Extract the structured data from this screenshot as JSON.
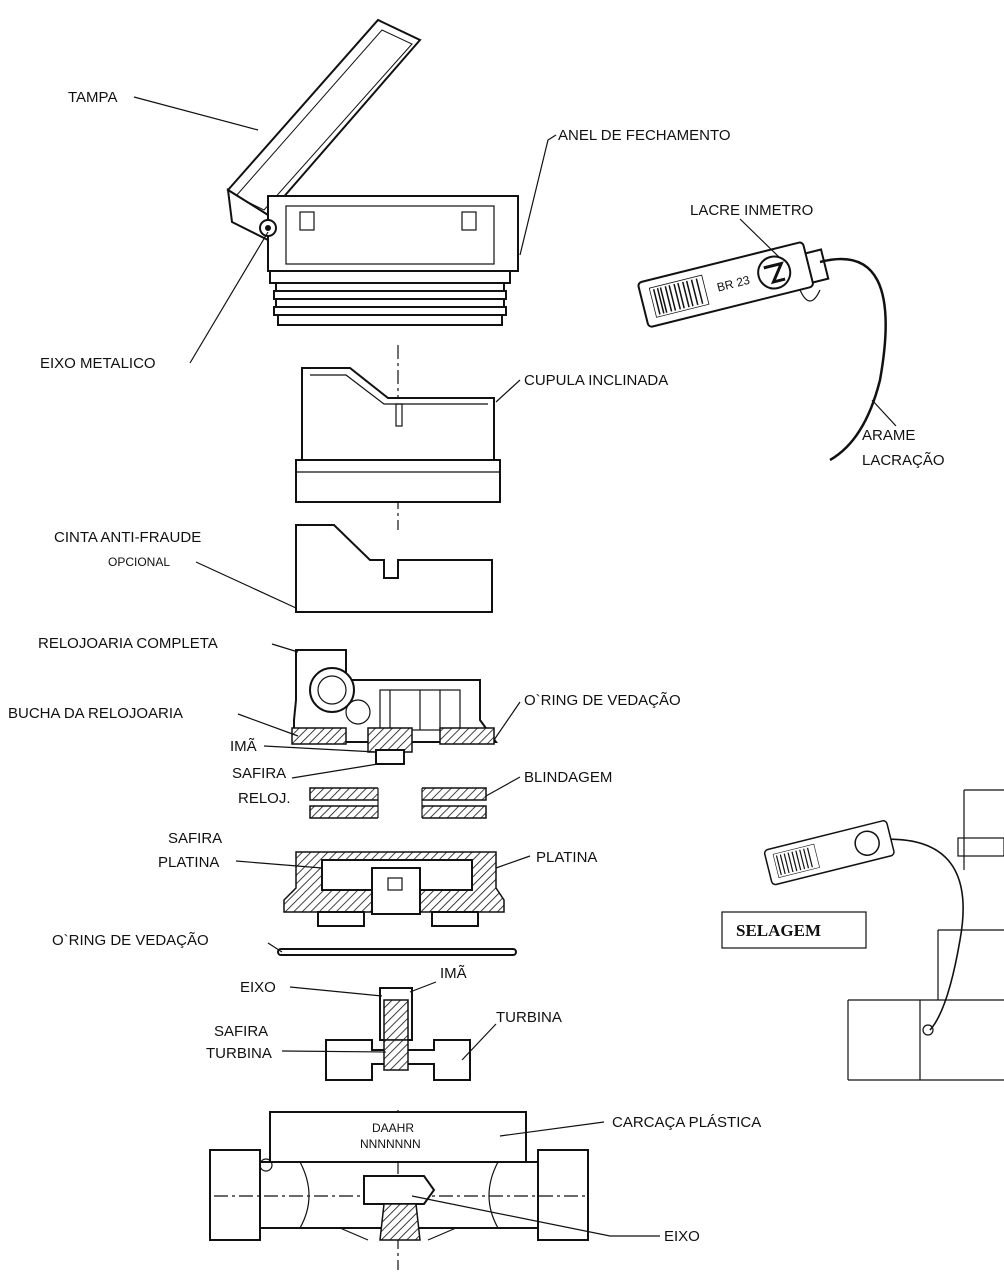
{
  "labels": {
    "tampa": "TAMPA",
    "anel_de_fechamento": "ANEL DE FECHAMENTO",
    "lacre_inmetro": "LACRE INMETRO",
    "eixo_metalico": "EIXO METALICO",
    "cupula_inclinada": "CUPULA INCLINADA",
    "arame": "ARAME",
    "lacracao": "LACRAÇÃO",
    "cinta_anti_fraude": "CINTA ANTI-FRAUDE",
    "opcional": "OPCIONAL",
    "relojoaria_completa": "RELOJOARIA COMPLETA",
    "bucha_da_relojoaria": "BUCHA DA RELOJOARIA",
    "oring_vedacao_top": "O`RING DE VEDAÇÃO",
    "ima_top": "IMÃ",
    "safira": "SAFIRA",
    "reloj": "RELOJ.",
    "blindagem": "BLINDAGEM",
    "safira_platina_1": "SAFIRA",
    "safira_platina_2": "PLATINA",
    "platina": "PLATINA",
    "oring_vedacao_bottom": "O`RING DE VEDAÇÃO",
    "ima_bottom": "IMÃ",
    "eixo_top": "EIXO",
    "safira_turbina_1": "SAFIRA",
    "safira_turbina_2": "TURBINA",
    "turbina": "TURBINA",
    "carcaca_plastica": "CARCAÇA PLÁSTICA",
    "eixo_bottom": "EIXO",
    "selagem": "SELAGEM"
  },
  "body_marking": {
    "line1": "DAAHR",
    "line2": "NNNNNNN"
  },
  "seal_tag": {
    "code": "BR 23"
  }
}
